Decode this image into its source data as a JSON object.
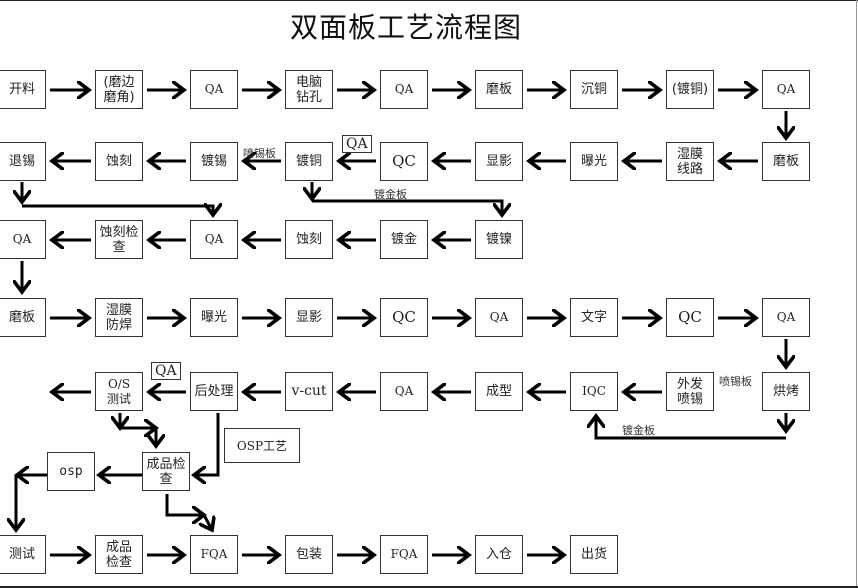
{
  "title": "双面板工艺流程图",
  "nodes": {
    "r1": [
      "开料",
      "(磨边\n磨角)",
      "QA",
      "电脑\n钻孔",
      "QA",
      "磨板",
      "沉铜",
      "(镀铜)",
      "QA"
    ],
    "r2": [
      "退锡",
      "蚀刻",
      "镀锡",
      "镀铜",
      "QC",
      "显影",
      "曝光",
      "湿膜\n线路",
      "磨板"
    ],
    "r3": [
      "QA",
      "蚀刻检\n查",
      "QA",
      "蚀刻",
      "镀金",
      "镀镍"
    ],
    "r4": [
      "磨板",
      "湿膜\n防焊",
      "曝光",
      "显影",
      "QC",
      "QA",
      "文字",
      "QC",
      "QA"
    ],
    "r5": [
      "O/S\n测试",
      "后处理",
      "v-cut",
      "QA",
      "成型",
      "IQC",
      "外发\n喷锡",
      "烘烤"
    ],
    "r6": [
      "osp",
      "成品检\n查"
    ],
    "r7": [
      "测试",
      "成品\n检查",
      "FQA",
      "包装",
      "FQA",
      "入仓",
      "出货"
    ]
  },
  "labels": {
    "tin_board_r2": "喷锡板",
    "gold_board_r2": "镀金板",
    "tin_board_r5": "喷锡板",
    "gold_board_r5": "镀金板",
    "qa_tag_r2": "QA",
    "qa_tag_r5": "QA",
    "osp_note": "OSP工艺"
  }
}
